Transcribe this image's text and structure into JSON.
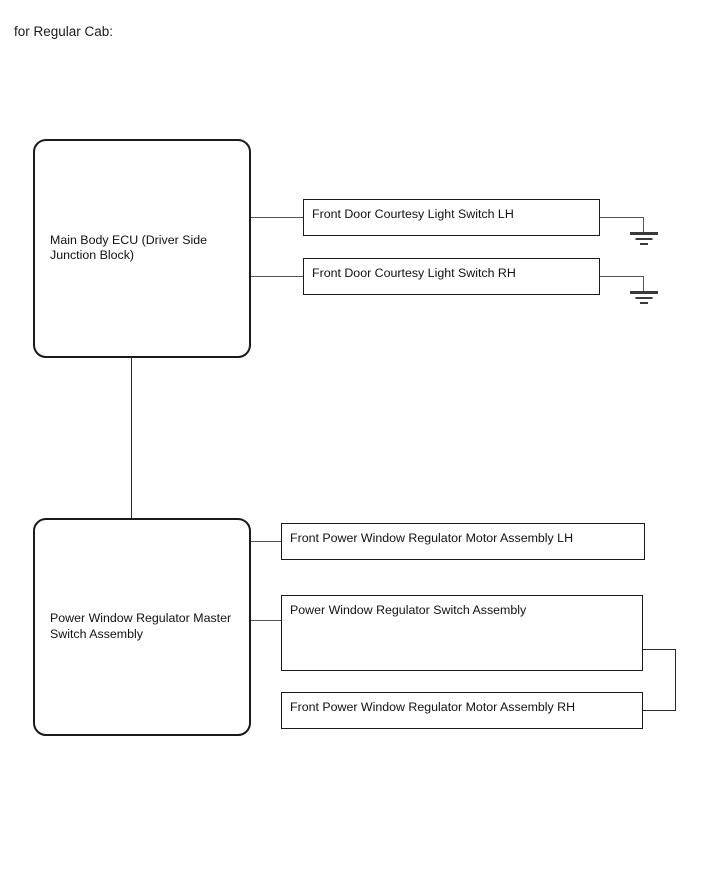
{
  "diagram": {
    "caption": "for Regular Cab:",
    "nodes": {
      "main_body_ecu": "Main Body ECU (Driver Side Junction Block)",
      "front_door_courtesy_light_switch_lh": "Front Door Courtesy Light Switch LH",
      "front_door_courtesy_light_switch_rh": "Front Door Courtesy Light Switch RH",
      "power_window_regulator_master_switch_assembly": "Power Window Regulator Master Switch Assembly",
      "front_power_window_regulator_motor_assembly_lh": "Front Power Window Regulator Motor Assembly LH",
      "power_window_regulator_switch_assembly": "Power Window Regulator Switch Assembly",
      "front_power_window_regulator_motor_assembly_rh": "Front Power Window Regulator Motor Assembly RH"
    },
    "symbols": {
      "ground_lh": "ground-symbol",
      "ground_rh": "ground-symbol"
    },
    "colors": {
      "background": "#ffffff",
      "border": "#1a1a1a",
      "wire": "#555555",
      "text": "#111111"
    }
  }
}
